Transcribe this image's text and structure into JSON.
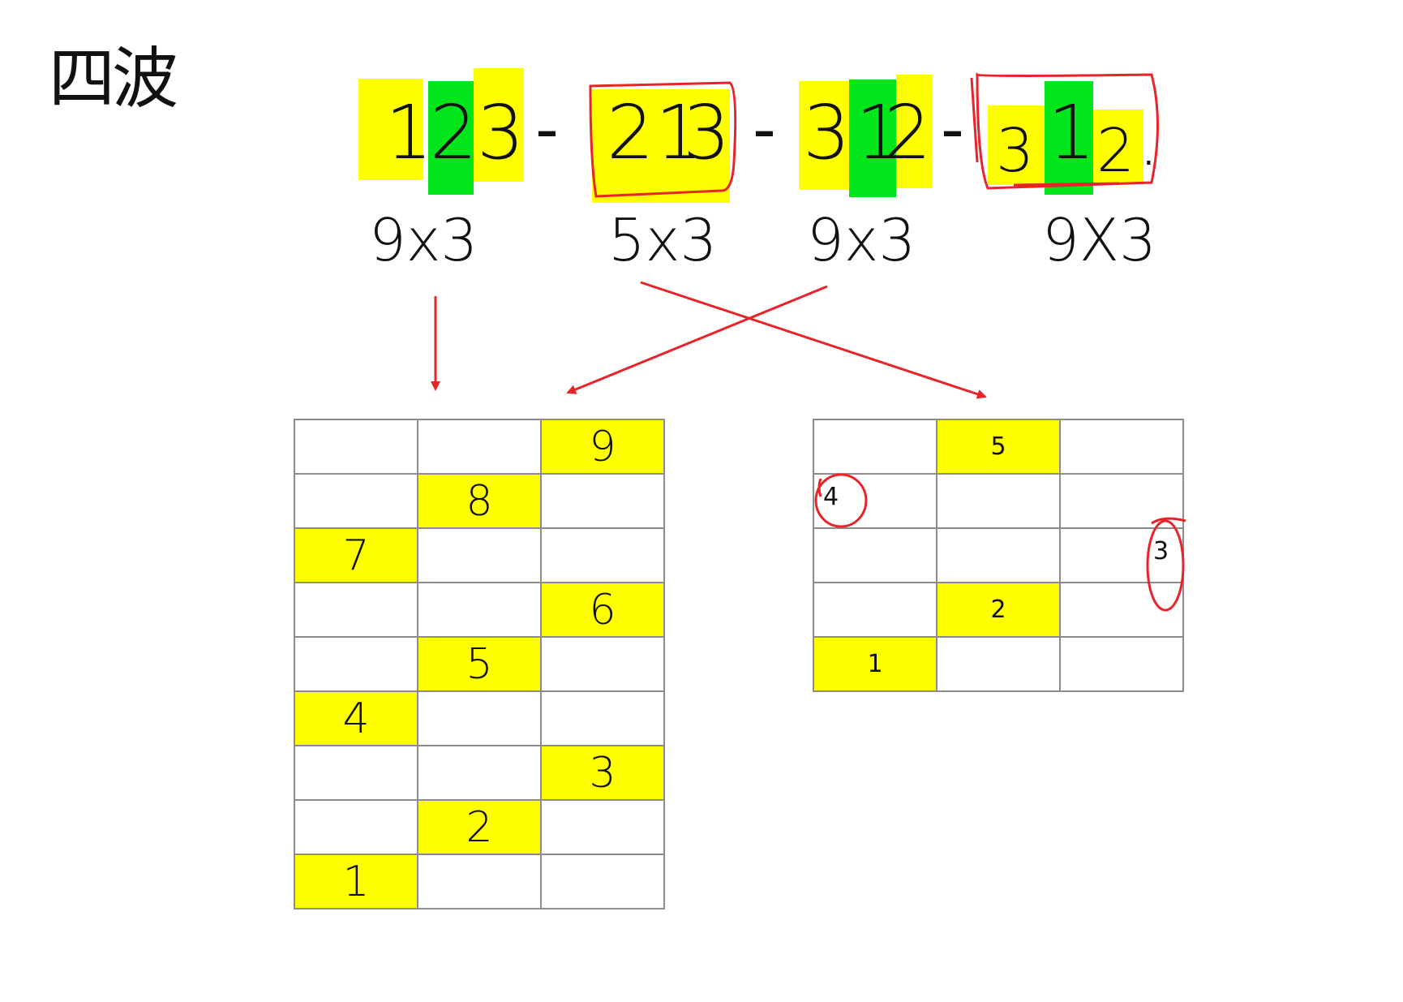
{
  "title": "四波",
  "sequence": {
    "groups": [
      {
        "digits": [
          "1",
          "2",
          "3"
        ],
        "highlight": [
          "yellow",
          "green",
          "yellow"
        ],
        "boxed": false,
        "mult": "9x3"
      },
      {
        "digits": [
          "2",
          "1",
          "3"
        ],
        "highlight": [
          "yellow",
          "yellow",
          "yellow"
        ],
        "boxed": true,
        "mult": "5x3"
      },
      {
        "digits": [
          "3",
          "1",
          "2"
        ],
        "highlight": [
          "yellow",
          "green",
          "yellow"
        ],
        "boxed": false,
        "mult": "9x3"
      },
      {
        "digits": [
          "3",
          "1",
          "2"
        ],
        "highlight": [
          "yellow",
          "green",
          "yellow"
        ],
        "boxed": true,
        "mult": "9X3"
      }
    ],
    "separator": "-",
    "end_mark": "."
  },
  "left_grid": {
    "rows": [
      [
        "",
        "",
        "9"
      ],
      [
        "",
        "8",
        ""
      ],
      [
        "7",
        "",
        ""
      ],
      [
        "",
        "",
        "6"
      ],
      [
        "",
        "5",
        ""
      ],
      [
        "4",
        "",
        ""
      ],
      [
        "",
        "",
        "3"
      ],
      [
        "",
        "2",
        ""
      ],
      [
        "1",
        "",
        ""
      ]
    ]
  },
  "right_grid": {
    "rows": [
      [
        "",
        "5",
        ""
      ],
      [
        "",
        "",
        ""
      ],
      [
        "",
        "",
        ""
      ],
      [
        "",
        "2",
        ""
      ],
      [
        "1",
        "",
        ""
      ]
    ],
    "outside_marks": {
      "circled_left": "4",
      "circled_right": "3"
    }
  },
  "colors": {
    "highlight_yellow": "#ffff00",
    "highlight_green": "#00e61a",
    "ink_red": "#e8232a",
    "grid_line": "#8c8c8c"
  }
}
